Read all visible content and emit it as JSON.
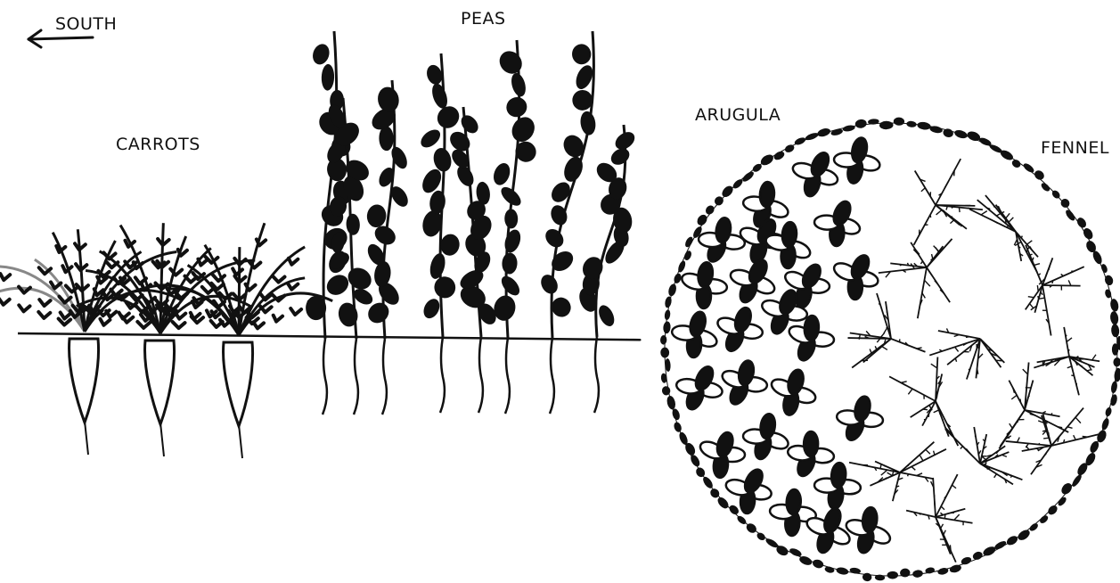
{
  "labels": {
    "direction": "SOUTH",
    "peas": "PEAS",
    "carrots": "CARROTS",
    "arugula": "ARUGULA",
    "fennel": "FENNEL"
  },
  "icons": {
    "direction_arrow": "left-arrow-icon"
  },
  "colors": {
    "ink": "#111111",
    "background": "#ffffff",
    "shade": "#666666"
  }
}
